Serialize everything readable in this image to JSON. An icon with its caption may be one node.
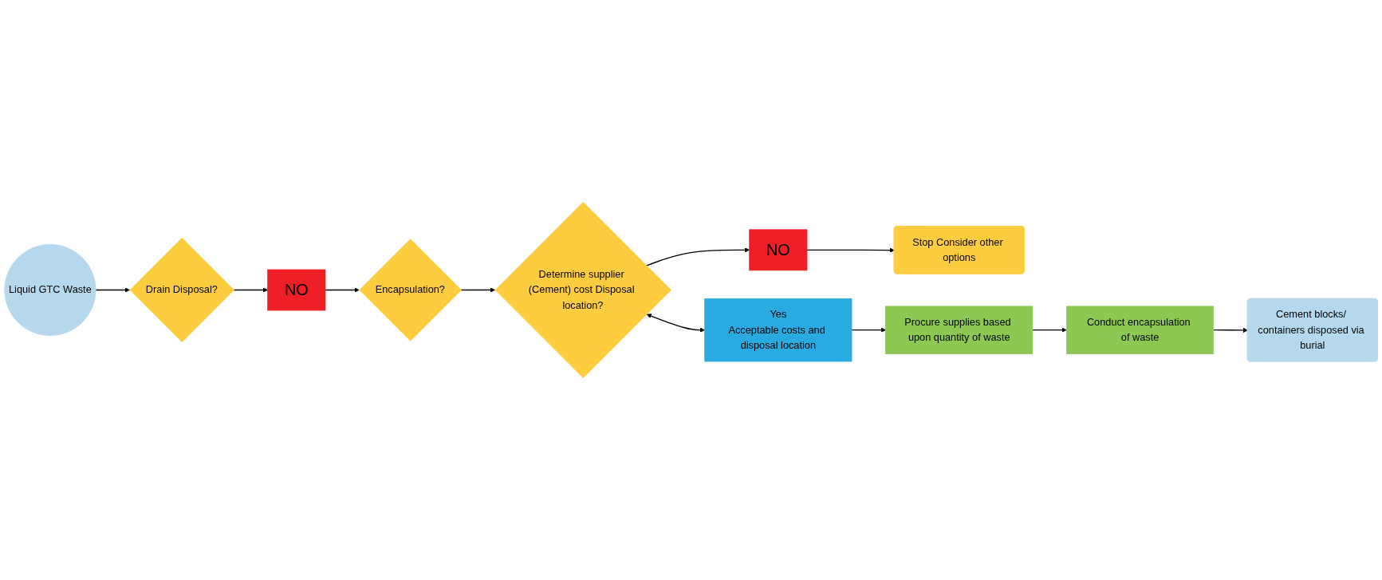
{
  "diagram": {
    "nodes": [
      {
        "text": [
          "Liquid GTC Waste"
        ]
      },
      {
        "text": [
          "Drain Disposal?"
        ]
      },
      {
        "text": [
          "NO"
        ]
      },
      {
        "text": [
          "Encapsulation?"
        ]
      },
      {
        "text": [
          "Determine supplier (Cement) cost Disposal location?"
        ]
      },
      {
        "text": [
          "Yes",
          "Acceptable costs and disposal location"
        ]
      },
      {
        "text": [
          "NO"
        ]
      },
      {
        "text": [
          "Stop Consider other options"
        ]
      },
      {
        "text": [
          "Procure supplies based upon quantity of waste"
        ]
      },
      {
        "text": [
          "Conduct encapsulation of waste"
        ]
      },
      {
        "text": [
          "Cement blocks/ containers disposed via burial"
        ]
      }
    ],
    "edges": [
      {
        "from": 0,
        "to": 1,
        "arrow": "to"
      },
      {
        "from": 1,
        "to": 2,
        "arrow": "to"
      },
      {
        "from": 2,
        "to": 3,
        "arrow": "to"
      },
      {
        "from": 3,
        "to": 4,
        "arrow": "to"
      },
      {
        "from": 4,
        "to": 5,
        "arrow": "both"
      },
      {
        "from": 4,
        "to": 6,
        "arrow": "to"
      },
      {
        "from": 6,
        "to": 7,
        "arrow": "to"
      },
      {
        "from": 5,
        "to": 8,
        "arrow": "to"
      },
      {
        "from": 8,
        "to": 9,
        "arrow": "to"
      },
      {
        "from": 9,
        "to": 10,
        "arrow": "to"
      }
    ]
  }
}
